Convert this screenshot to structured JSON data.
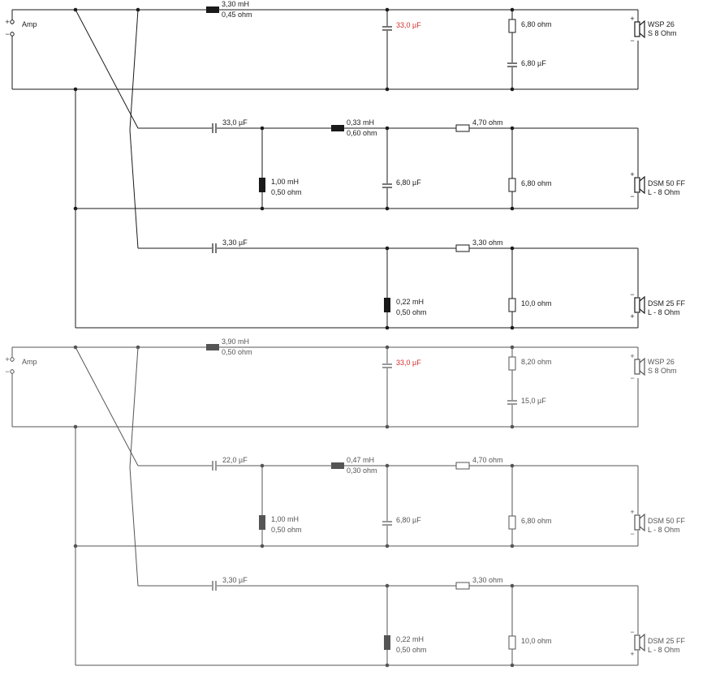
{
  "colors": {
    "wire_top": "#1a1a1a",
    "text_top": "#1a1a1a",
    "wire_bottom": "#555555",
    "text_bottom": "#555555",
    "highlight": "#d32f2f"
  },
  "circuits": [
    {
      "source_label": "Amp",
      "woofer": {
        "inductor": {
          "value": "3,30 mH",
          "resistance": "0,45 ohm"
        },
        "capacitor": "33,0 µF",
        "resistor": "6,80 ohm",
        "notch_cap": "6,80 µF",
        "speaker": {
          "line1": "WSP 26",
          "line2": "S 8 Ohm"
        }
      },
      "mid": {
        "cap": "33,0 µF",
        "inductor_shunt": {
          "value": "1,00 mH",
          "resistance": "0,50 ohm"
        },
        "inductor_series": {
          "value": "0,33 mH",
          "resistance": "0,60 ohm"
        },
        "cap_shunt": "6,80 µF",
        "resistor_series": "4,70 ohm",
        "resistor_shunt": "6,80 ohm",
        "speaker": {
          "line1": "DSM 50 FF",
          "line2": "L - 8 Ohm"
        }
      },
      "tweeter": {
        "cap": "3,30 µF",
        "inductor_shunt": {
          "value": "0,22 mH",
          "resistance": "0,50 ohm"
        },
        "resistor_series": "3,30 ohm",
        "resistor_shunt": "10,0 ohm",
        "speaker": {
          "line1": "DSM 25 FF",
          "line2": "L - 8 Ohm"
        }
      }
    },
    {
      "source_label": "Amp",
      "woofer": {
        "inductor": {
          "value": "3,90 mH",
          "resistance": "0,50 ohm"
        },
        "capacitor": "33,0 µF",
        "resistor": "8,20 ohm",
        "notch_cap": "15,0 µF",
        "speaker": {
          "line1": "WSP 26",
          "line2": "S 8 Ohm"
        }
      },
      "mid": {
        "cap": "22,0 µF",
        "inductor_shunt": {
          "value": "1,00 mH",
          "resistance": "0,50 ohm"
        },
        "inductor_series": {
          "value": "0,47 mH",
          "resistance": "0,30 ohm"
        },
        "cap_shunt": "6,80 µF",
        "resistor_series": "4,70 ohm",
        "resistor_shunt": "6,80 ohm",
        "speaker": {
          "line1": "DSM 50 FF",
          "line2": "L - 8 Ohm"
        }
      },
      "tweeter": {
        "cap": "3,30 µF",
        "inductor_shunt": {
          "value": "0,22 mH",
          "resistance": "0,50 ohm"
        },
        "resistor_series": "3,30 ohm",
        "resistor_shunt": "10,0 ohm",
        "speaker": {
          "line1": "DSM 25 FF",
          "line2": "L - 8 Ohm"
        }
      }
    }
  ]
}
